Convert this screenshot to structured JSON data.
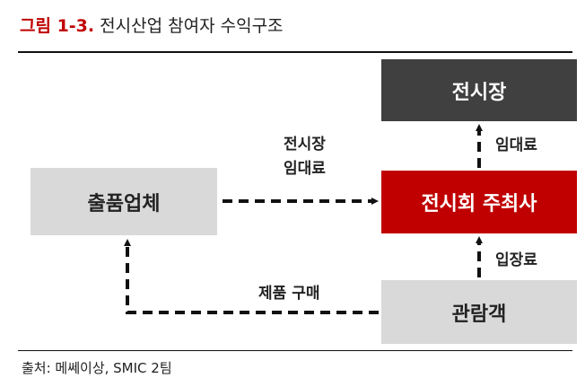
{
  "figure": {
    "title_prefix": "그림 1-3.",
    "title_text": "전시산업 참여자 수익구조"
  },
  "nodes": {
    "venue": "전시장",
    "exhibitor": "출품업체",
    "organizer": "전시회 주최사",
    "visitor": "관람객"
  },
  "edges": {
    "rent_to_venue_line1": "전시장",
    "rent_to_venue_line2": "임대료",
    "rent_to_organizer": "임대료",
    "ticket_fee": "입장료",
    "product_purchase": "제품 구매"
  },
  "source": "출처:  메쎄이상, SMIC 2팀",
  "colors": {
    "accent_red": "#c00000",
    "dark_box": "#404040",
    "light_box": "#d9d9d9"
  }
}
